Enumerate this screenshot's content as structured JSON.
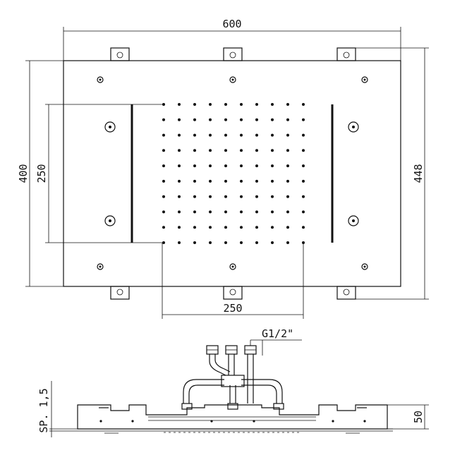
{
  "dimensions": {
    "width": "600",
    "height": "400",
    "height_overall": "448",
    "nozzle_height": "250",
    "nozzle_width": "250",
    "thread": "G1/2\"",
    "thickness": "SP. 1,5",
    "depth": "50"
  },
  "colors": {
    "line": "#111111",
    "background": "#ffffff"
  }
}
